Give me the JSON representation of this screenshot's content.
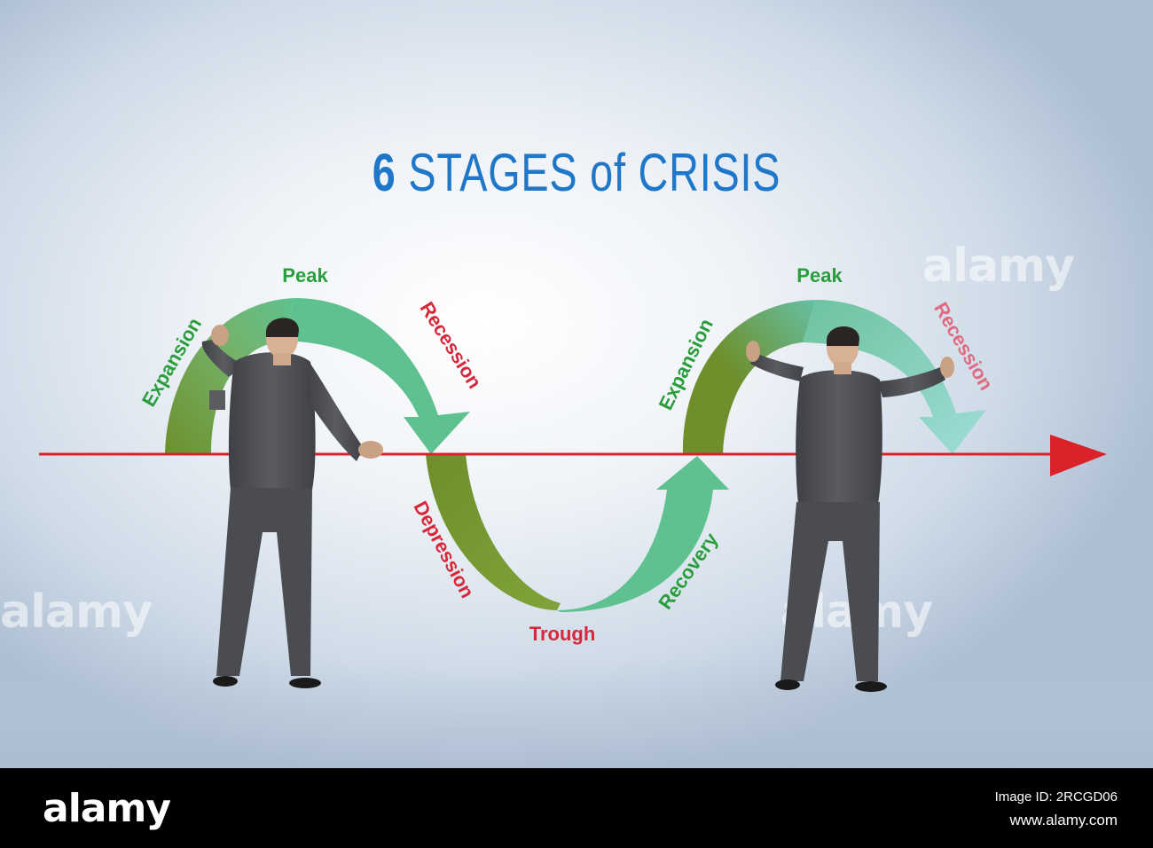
{
  "title": {
    "number": "6",
    "text": "STAGES of CRISIS"
  },
  "stages": [
    {
      "label": "Expansion",
      "color": "#2a9d3c"
    },
    {
      "label": "Peak",
      "color": "#2a9d3c"
    },
    {
      "label": "Recession",
      "color": "#d6283a"
    },
    {
      "label": "Depression",
      "color": "#d6283a"
    },
    {
      "label": "Trough",
      "color": "#d6283a"
    },
    {
      "label": "Recovery",
      "color": "#2a9d3c"
    },
    {
      "label": "Expansion",
      "color": "#2a9d3c"
    },
    {
      "label": "Peak",
      "color": "#2a9d3c"
    },
    {
      "label": "Recession",
      "color": "#e06a80"
    }
  ],
  "colors": {
    "axis": "#d9222a",
    "arrow_green": "#5fc18f",
    "arrow_olive": "#6e8f2c",
    "title_blue": "#1e77c8",
    "suit": "#4b4d52"
  },
  "watermark": "alamy",
  "footer": {
    "brand": "alamy",
    "image_id": "Image ID: 2RCGD06",
    "url": "www.alamy.com"
  }
}
